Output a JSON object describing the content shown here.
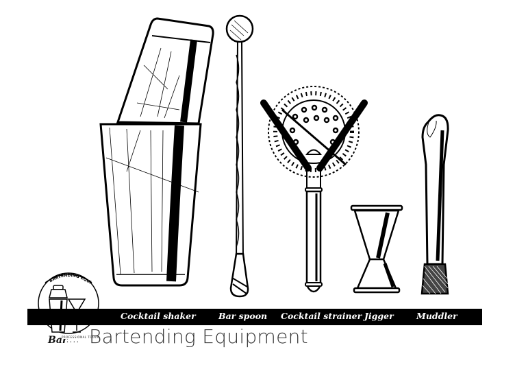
{
  "title": "Bartending Equipment",
  "labels": {
    "cocktail_shaker": "Cocktail shaker",
    "bar_spoon": "Bar spoon",
    "cocktail_strainer": "Cocktail strainer",
    "jigger": "Jigger",
    "muddler": "Muddler"
  },
  "logo": {
    "arc_text": "BARTENDING EQUIPMENT",
    "word": "Bar",
    "subtitle": "PROFESSIONAL TOOLS",
    "dots": "•••••"
  },
  "colors": {
    "ink": "#000000",
    "background": "#ffffff",
    "label_text": "#ffffff",
    "title_text": "#333333"
  }
}
